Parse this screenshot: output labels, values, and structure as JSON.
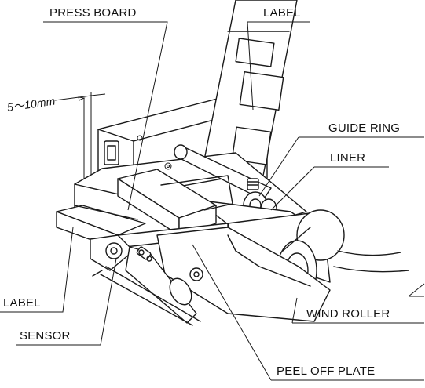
{
  "labels": {
    "press_board": "PRESS BOARD",
    "label_top": "LABEL",
    "guide_ring": "GUIDE RING",
    "liner": "LINER",
    "label_left": "LABEL",
    "sensor": "SENSOR",
    "wind_roller": "WIND ROLLER",
    "peel_off_plate": "PEEL OFF PLATE",
    "dimension": "5～10mm"
  },
  "colors": {
    "line": "#1a1a1a",
    "background": "#ffffff"
  }
}
